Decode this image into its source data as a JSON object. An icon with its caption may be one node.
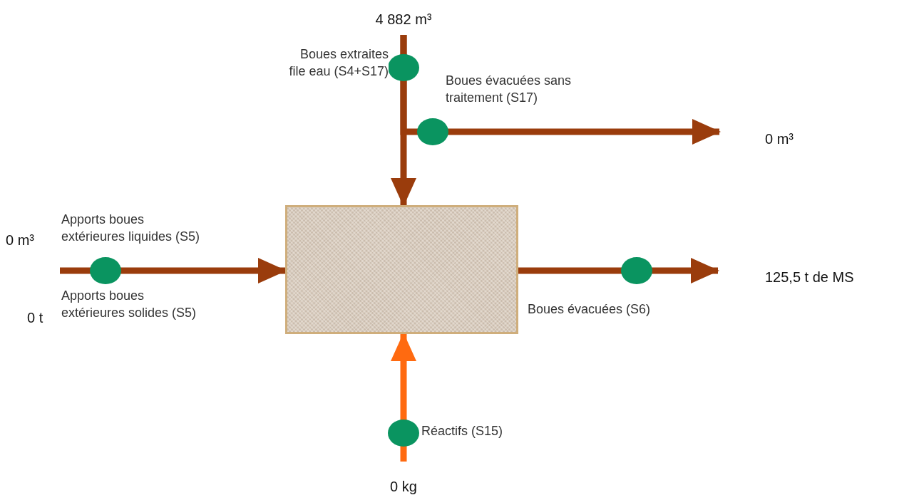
{
  "diagram": {
    "nodes": [
      {
        "text": [],
        "shape": "box"
      },
      {
        "text": [
          "4 882 m³"
        ]
      },
      {
        "text": [
          "0 m³"
        ]
      },
      {
        "text": [
          "125,5 t de MS"
        ]
      },
      {
        "text": [
          "0 kg"
        ]
      }
    ],
    "edges": [
      {
        "from": 1,
        "to": 0,
        "arrow": "to",
        "label": "Boues extraites file eau (S4+S17)"
      },
      {
        "from": 1,
        "to": 2,
        "arrow": "to",
        "label": "Boues évacuées sans traitement (S17)"
      },
      {
        "from": null,
        "to": 0,
        "arrow": "to",
        "label": "Apports boues extérieures liquides (S5)"
      },
      {
        "from": 0,
        "to": 3,
        "arrow": "to",
        "label": "Boues évacuées (S6)"
      },
      {
        "from": 4,
        "to": 0,
        "arrow": "to",
        "label": "Réactifs (S15)",
        "color": "#ff6a10"
      }
    ],
    "labels": [
      "0 m³",
      "Apports boues extérieures solides (S5)",
      "0 t"
    ]
  }
}
